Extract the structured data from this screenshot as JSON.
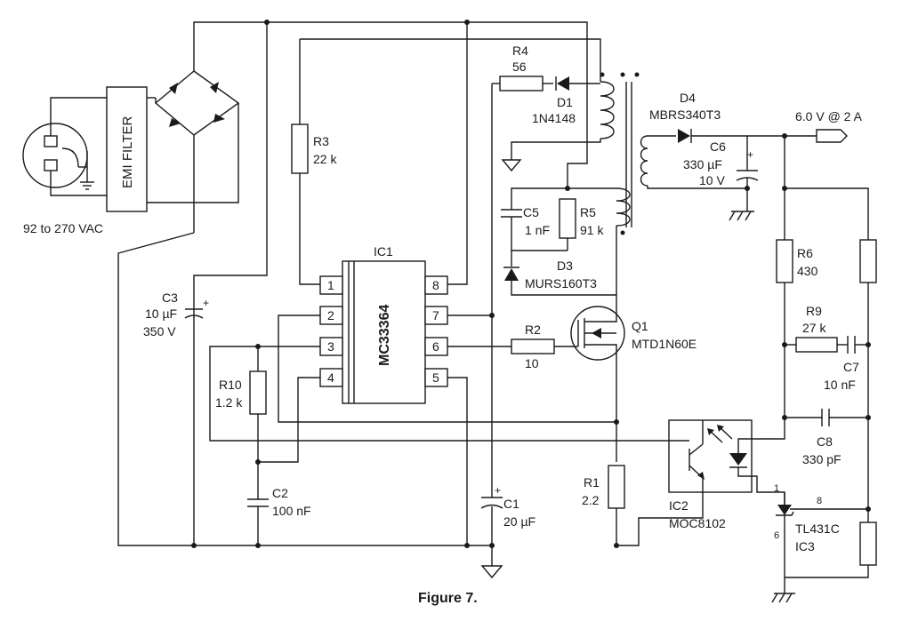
{
  "caption": "Figure 7.",
  "input": {
    "voltage_range": "92 to 270 VAC",
    "emi_filter": "EMI FILTER"
  },
  "output": {
    "label": "6.0 V @ 2 A"
  },
  "ic1": {
    "ref": "IC1",
    "part": "MC33364",
    "pins": [
      "1",
      "2",
      "3",
      "4",
      "5",
      "6",
      "7",
      "8"
    ]
  },
  "ic2": {
    "ref": "IC2",
    "part": "MOC8102"
  },
  "ic3": {
    "part": "TL431C",
    "ref": "IC3",
    "pin_1": "1",
    "pin_6": "6",
    "pin_8": "8"
  },
  "q1": {
    "ref": "Q1",
    "part": "MTD1N60E"
  },
  "components": {
    "r1": {
      "ref": "R1",
      "value": "2.2"
    },
    "r2": {
      "ref": "R2",
      "value": "10"
    },
    "r3": {
      "ref": "R3",
      "value": "22 k"
    },
    "r4": {
      "ref": "R4",
      "value": "56"
    },
    "r5": {
      "ref": "R5",
      "value": "91 k"
    },
    "r6": {
      "ref": "R6",
      "value": "430"
    },
    "r9": {
      "ref": "R9",
      "value": "27 k"
    },
    "r10": {
      "ref": "R10",
      "value": "1.2 k"
    },
    "c1": {
      "ref": "C1",
      "value": "20 µF"
    },
    "c2": {
      "ref": "C2",
      "value": "100 nF"
    },
    "c3": {
      "ref": "C3",
      "value": "10 µF",
      "value2": "350 V"
    },
    "c5": {
      "ref": "C5",
      "value": "1 nF"
    },
    "c6": {
      "ref": "C6",
      "value": "330 µF",
      "value2": "10 V"
    },
    "c7": {
      "ref": "C7",
      "value": "10 nF"
    },
    "c8": {
      "ref": "C8",
      "value": "330 pF"
    },
    "d1": {
      "ref": "D1",
      "value": "1N4148"
    },
    "d3": {
      "ref": "D3",
      "value": "MURS160T3"
    },
    "d4": {
      "ref": "D4",
      "value": "MBRS340T3"
    }
  },
  "plus_sign": "+"
}
